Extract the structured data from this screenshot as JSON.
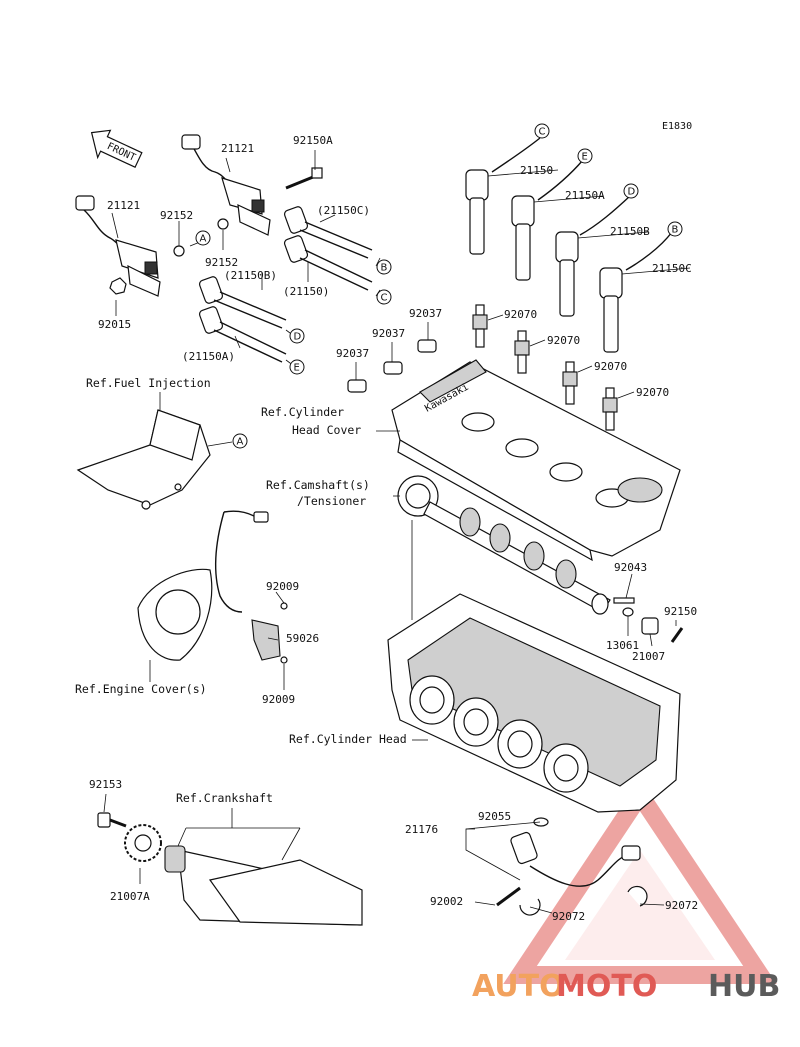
{
  "diagram_code": "E1830",
  "front_label": "FRONT",
  "callouts": [
    "A",
    "B",
    "C",
    "D",
    "E"
  ],
  "part_numbers": {
    "coil_front": "21121",
    "coil_rear": "21121",
    "bolt_92150A": "92150A",
    "collar_92152_a": "92152",
    "collar_92152_b": "92152",
    "nut_92015": "92015",
    "lead_21150C_paren": "(21150C)",
    "lead_21150B_paren": "(21150B)",
    "lead_21150_paren": "(21150)",
    "lead_21150A_paren": "(21150A)",
    "lead_21150": "21150",
    "lead_21150A": "21150A",
    "lead_21150B": "21150B",
    "lead_21150C": "21150C",
    "plug_1": "92070",
    "plug_2": "92070",
    "plug_3": "92070",
    "plug_4": "92070",
    "clamp_1": "92037",
    "clamp_2": "92037",
    "clamp_3": "92037",
    "bolt_92009_top": "92009",
    "bolt_92009_bot": "92009",
    "sensor_59026": "59026",
    "pin_92043": "92043",
    "bolt_92150": "92150",
    "washer_13061": "13061",
    "rotor_21007": "21007",
    "sensor_21176": "21176",
    "oring_92055": "92055",
    "bolt_92002": "92002",
    "clamp_92072_l": "92072",
    "clamp_92072_r": "92072",
    "bolt_92153": "92153",
    "rotor_21007A": "21007A"
  },
  "references": {
    "fuel_injection": "Ref.Fuel Injection",
    "cyl_head_cover_1": "Ref.Cylinder",
    "cyl_head_cover_2": "Head Cover",
    "camshaft_1": "Ref.Camshaft(s)",
    "camshaft_2": "/Tensioner",
    "engine_cover": "Ref.Engine Cover(s)",
    "cylinder_head": "Ref.Cylinder Head",
    "crankshaft": "Ref.Crankshaft"
  },
  "cover_brand": "Kawasaki",
  "watermark": {
    "auto": "AUTO",
    "moto": "MOTO",
    "hub": "HUB",
    "colors": {
      "auto": "#f2a25e",
      "moto": "#e05a55",
      "hub": "#5b5b5b",
      "triangle": "#e05a55"
    }
  }
}
